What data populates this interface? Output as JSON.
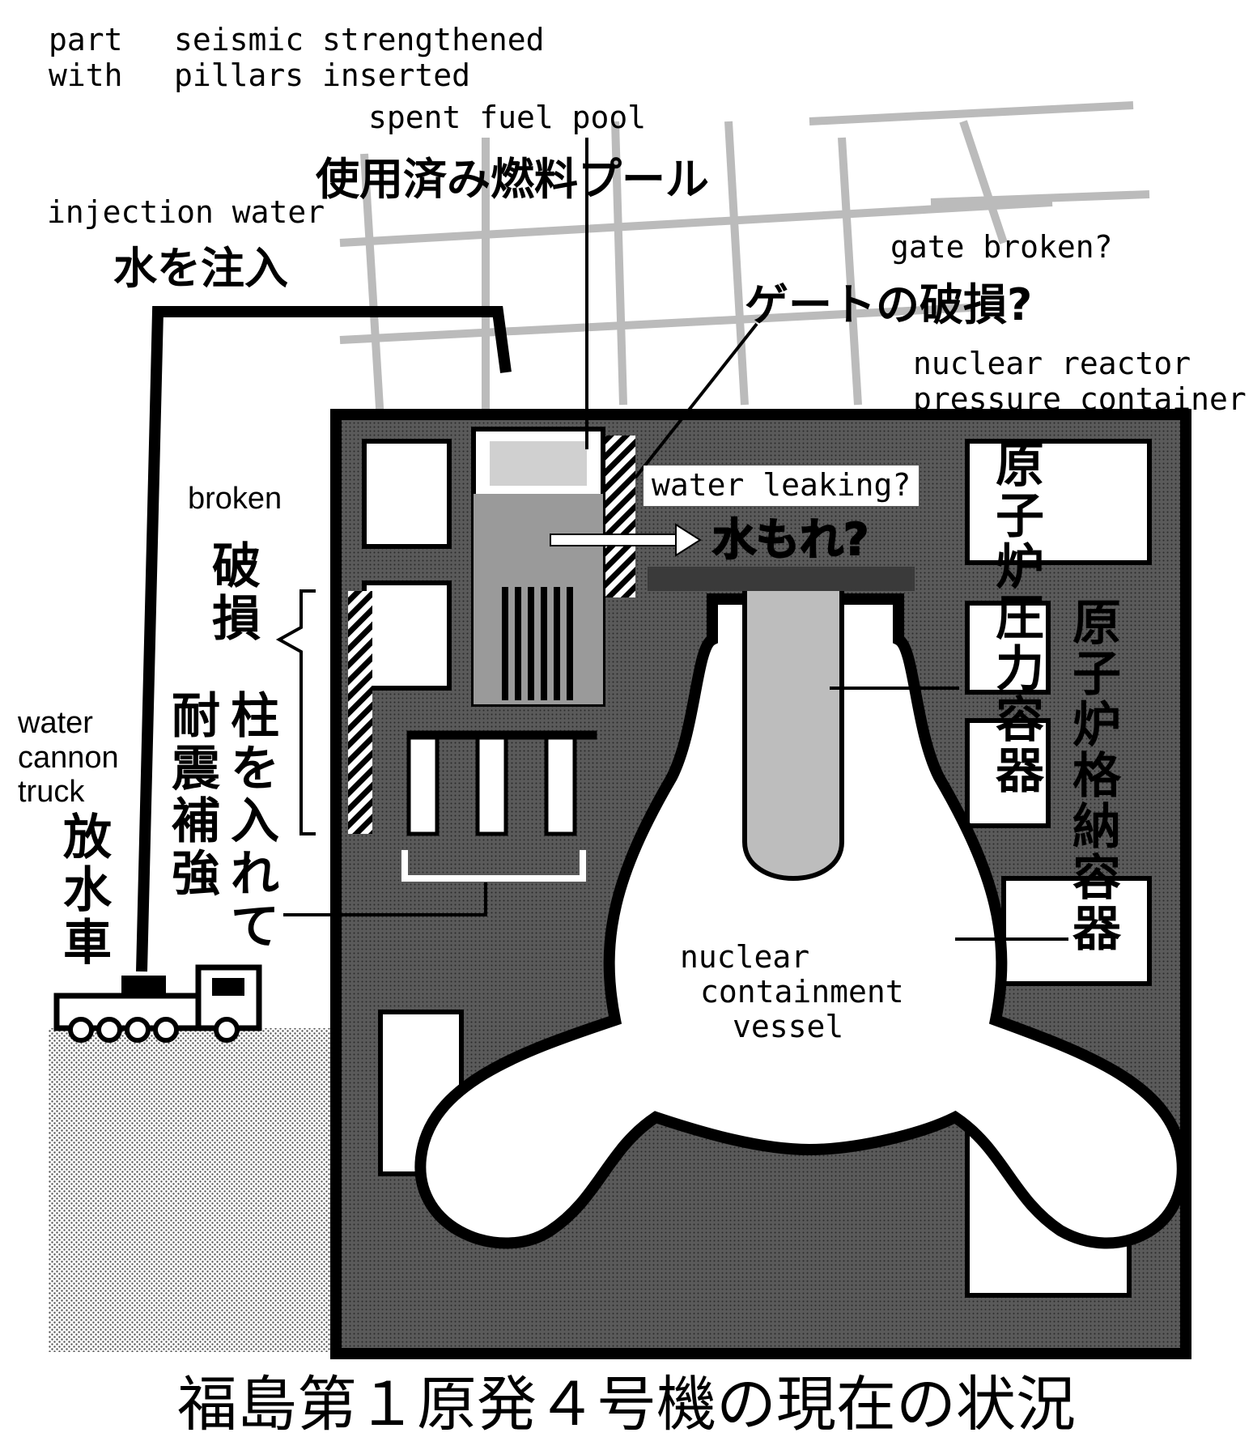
{
  "title": "福島第１原発４号機の現在の状況",
  "labels_en": {
    "part_with_line1": "part",
    "part_with_line2": "with",
    "seismic_line1": "seismic strengthened",
    "seismic_line2": "pillars inserted",
    "spent_fuel_pool": "spent fuel pool",
    "injection_water": "injection water",
    "gate_broken": "gate broken?",
    "reactor_pressure_line1": "nuclear reactor",
    "reactor_pressure_line2": "pressure container",
    "broken": "broken",
    "water_leaking": "water leaking?",
    "water_cannon_line1": "water",
    "water_cannon_line2": "cannon",
    "water_cannon_line3": "truck",
    "containment_line1": "nuclear",
    "containment_line2": "containment",
    "containment_line3": "vessel"
  },
  "labels_jp": {
    "spent_fuel_pool": "使用済み燃料プール",
    "inject_water": "水を注入",
    "gate_damage": "ゲートの破損?",
    "water_leak": "水もれ?",
    "broken_col": [
      "破",
      "損"
    ],
    "pillar_col": [
      "柱",
      "を",
      "入",
      "れ",
      "て"
    ],
    "seismic_col": [
      "耐",
      "震",
      "補",
      "強"
    ],
    "truck_col": [
      "放",
      "水",
      "車"
    ],
    "pressure_vessel_col": [
      "原",
      "子",
      "炉",
      "圧",
      "力",
      "容",
      "器"
    ],
    "containment_col": [
      "原",
      "子",
      "炉",
      "格",
      "納",
      "容",
      "器"
    ]
  },
  "colors": {
    "ink": "#000000",
    "paper": "#ffffff",
    "ground": "#8a8a8a",
    "wall": "#3a3a3a",
    "pool_gray": "#9a9a9a",
    "vessel_gray": "#bdbdbd"
  }
}
